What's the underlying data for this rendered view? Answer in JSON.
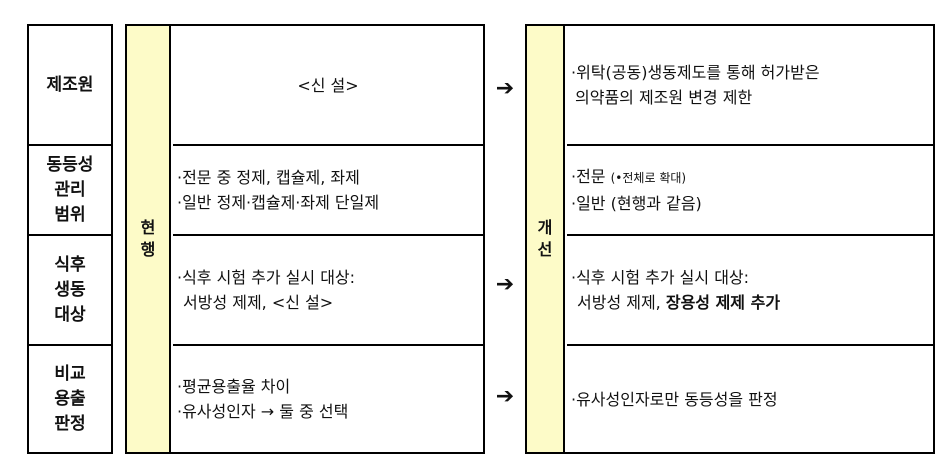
{
  "rows": [
    {
      "label": [
        "제조원"
      ]
    },
    {
      "label": [
        "동등성",
        "관리",
        "범위"
      ]
    },
    {
      "label": [
        "식후",
        "생동",
        "대상"
      ]
    },
    {
      "label": [
        "비교",
        "용출",
        "판정"
      ]
    }
  ],
  "current": {
    "band": [
      "현",
      "행"
    ],
    "rows": [
      {
        "lines": [
          "<신 설>"
        ]
      },
      {
        "lines": [
          "·전문 중 정제, 캡슐제, 좌제",
          "·일반 정제·캡슐제·좌제 단일제"
        ]
      },
      {
        "lines": [
          "·식후 시험 추가 실시 대상:",
          "서방성 제제, <신 설>"
        ]
      },
      {
        "lines": [
          "·평균용출율 차이",
          "·유사성인자 → 둘 중 선택"
        ]
      }
    ]
  },
  "improve": {
    "band": [
      "개",
      "선"
    ],
    "rows": [
      {
        "lines": [
          "·위탁(공동)생동제도를 통해 허가받은",
          "의약품의 제조원 변경 제한"
        ]
      },
      {
        "line1_main": "·전문 ",
        "line1_small": "(•전체로 확대)",
        "line2": "·일반 (현행과 같음)"
      },
      {
        "line1": "·식후 시험 추가 실시 대상:",
        "line2_prefix": "서방성 제제, ",
        "line2_bold": "장용성 제제 추가"
      },
      {
        "lines": [
          "·유사성인자로만 동등성을 판정"
        ]
      }
    ]
  },
  "arrows": {
    "glyph": "➔"
  }
}
